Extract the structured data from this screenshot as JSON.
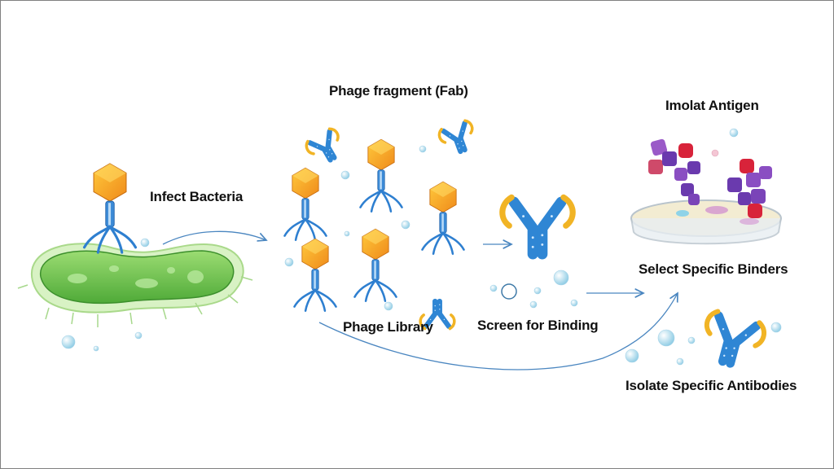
{
  "diagram": {
    "type": "process-flow",
    "topic": "Phage display antibody selection",
    "labels": {
      "infect_bacteria": "Infect Bacteria",
      "phage_fragment": "Phage fragment (Fab)",
      "phage_library": "Phage Library",
      "screen_for_binding": "Screen for Binding",
      "antigen": "Imolat Antigen",
      "select_binders": "Select Specific Binders",
      "isolate_antibodies": "Isolate Specific Antibodies"
    },
    "stages": [
      {
        "id": "infect",
        "label_key": "infect_bacteria",
        "icon": "bacteriophage-on-bacterium"
      },
      {
        "id": "library",
        "label_key": "phage_library",
        "icon": "phage-library-cluster"
      },
      {
        "id": "screen",
        "label_key": "screen_for_binding",
        "icon": "antibody-y"
      },
      {
        "id": "select",
        "label_key": "select_binders",
        "icon": "petri-dish-antigen"
      },
      {
        "id": "isolate",
        "label_key": "isolate_antibodies",
        "icon": "antibody-y"
      }
    ],
    "flow": [
      {
        "from": "infect",
        "to": "library"
      },
      {
        "from": "library",
        "to": "screen"
      },
      {
        "from": "screen",
        "to": "select"
      },
      {
        "from": "library",
        "to": "select"
      }
    ],
    "colors": {
      "phage_head": "#f39a1e",
      "phage_tail": "#2e7fd0",
      "bacterium": "#7fcf5a",
      "bacterium_edge": "#c9ecb0",
      "antibody": "#2f86d4",
      "antibody_fab": "#f1b425",
      "arrow": "#4a86c0",
      "antigen_purple": "#7a44b8",
      "antigen_red": "#d8233a",
      "dish_media": "#f3ecd2",
      "border": "#808080"
    }
  }
}
